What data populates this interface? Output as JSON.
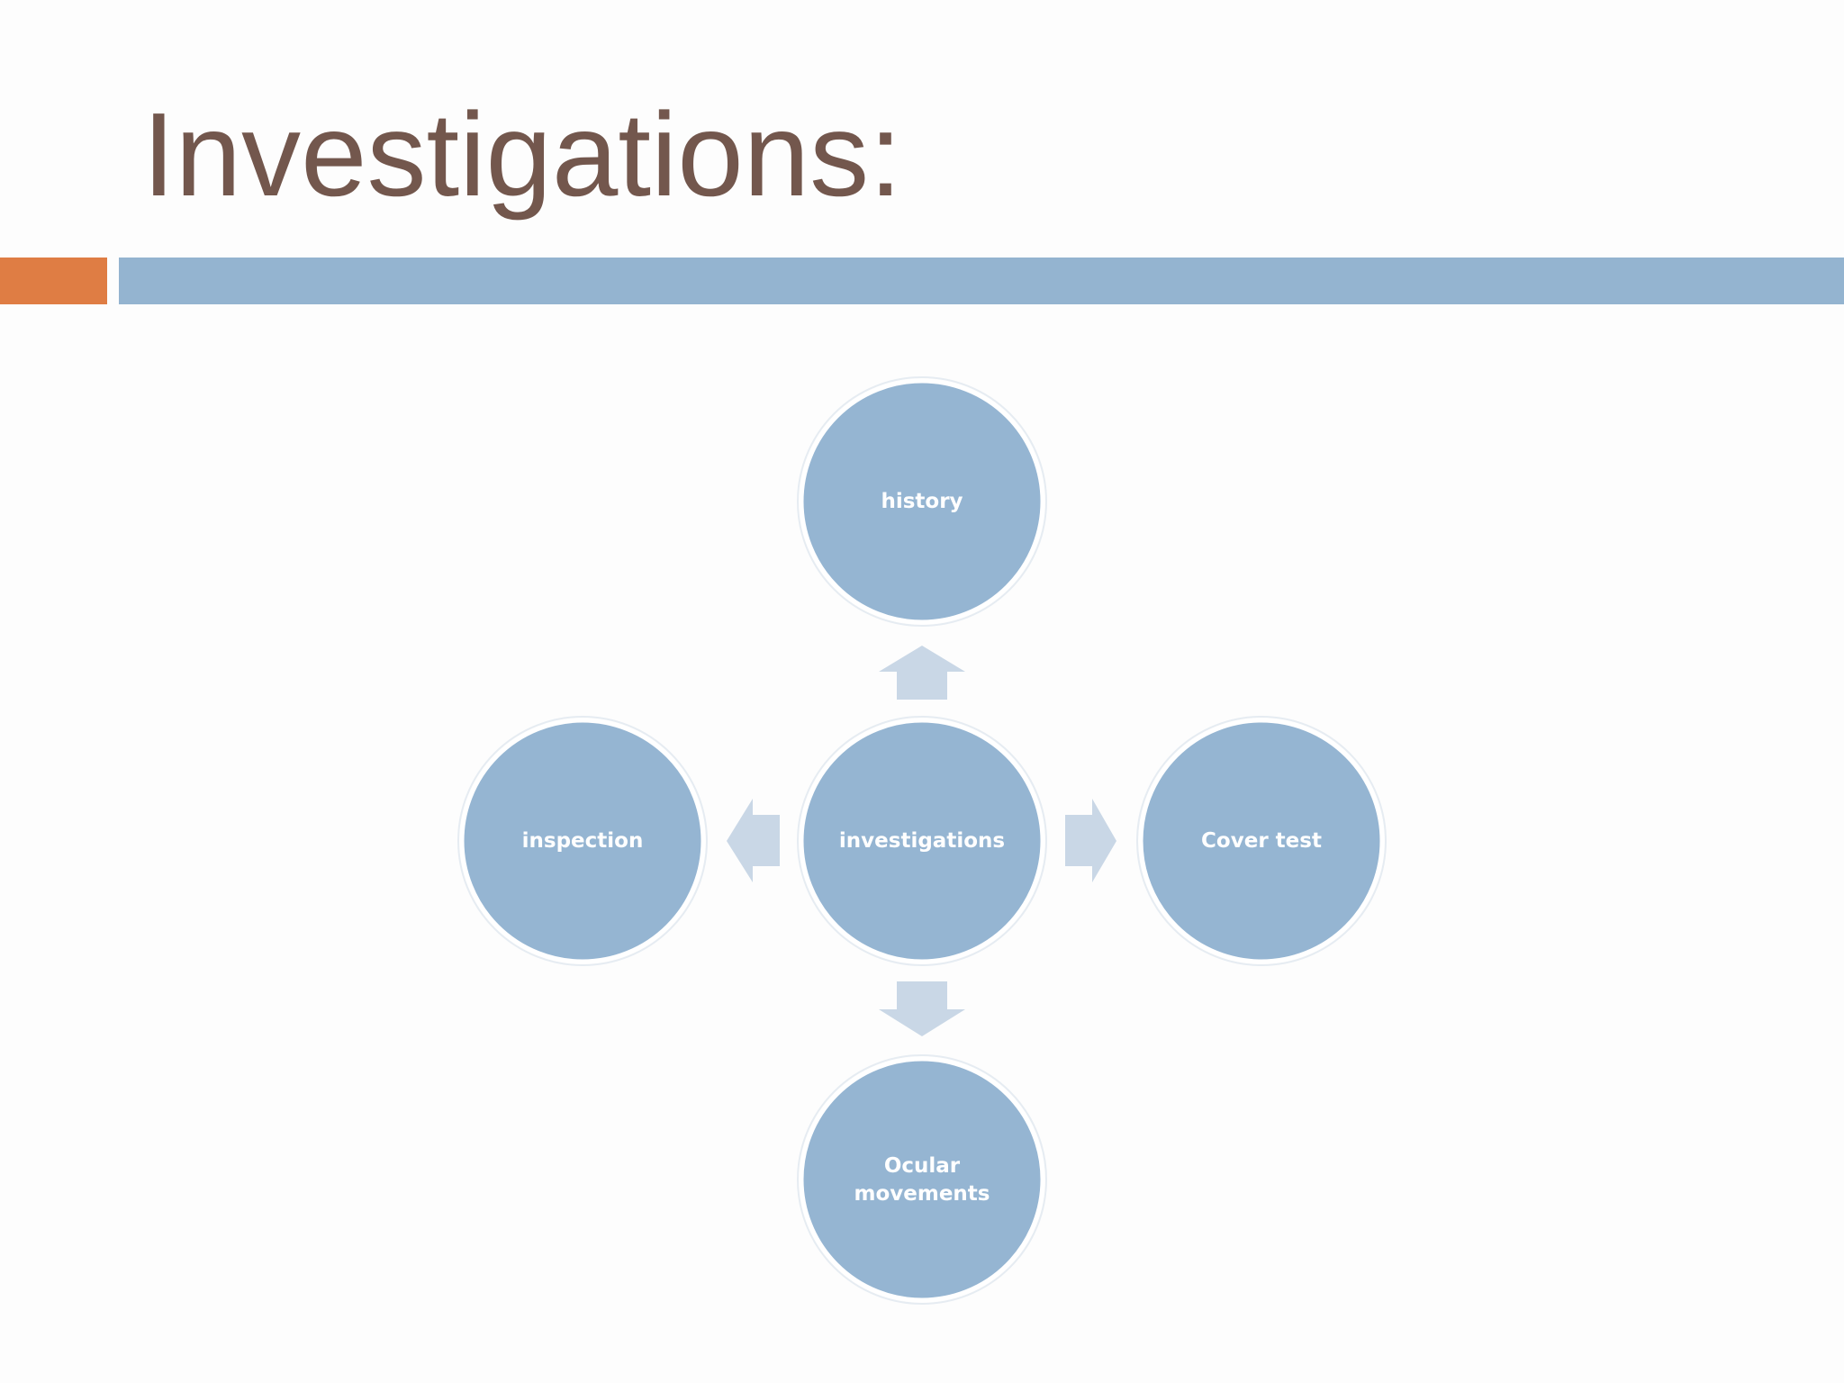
{
  "slide": {
    "title": "Investigations:"
  },
  "colors": {
    "title_text": "#73574d",
    "accent_orange": "#df7d44",
    "accent_blue": "#94b4d0",
    "node_fill": "#95b5d2",
    "arrow_fill": "#c9d7e6",
    "background": "#fdfdfd"
  },
  "diagram": {
    "center": {
      "label": "investigations"
    },
    "nodes": [
      {
        "id": "top",
        "label": "history"
      },
      {
        "id": "left",
        "label": "inspection"
      },
      {
        "id": "right",
        "label": "Cover test"
      },
      {
        "id": "bottom",
        "label_line1": "Ocular",
        "label_line2": "movements"
      }
    ]
  }
}
